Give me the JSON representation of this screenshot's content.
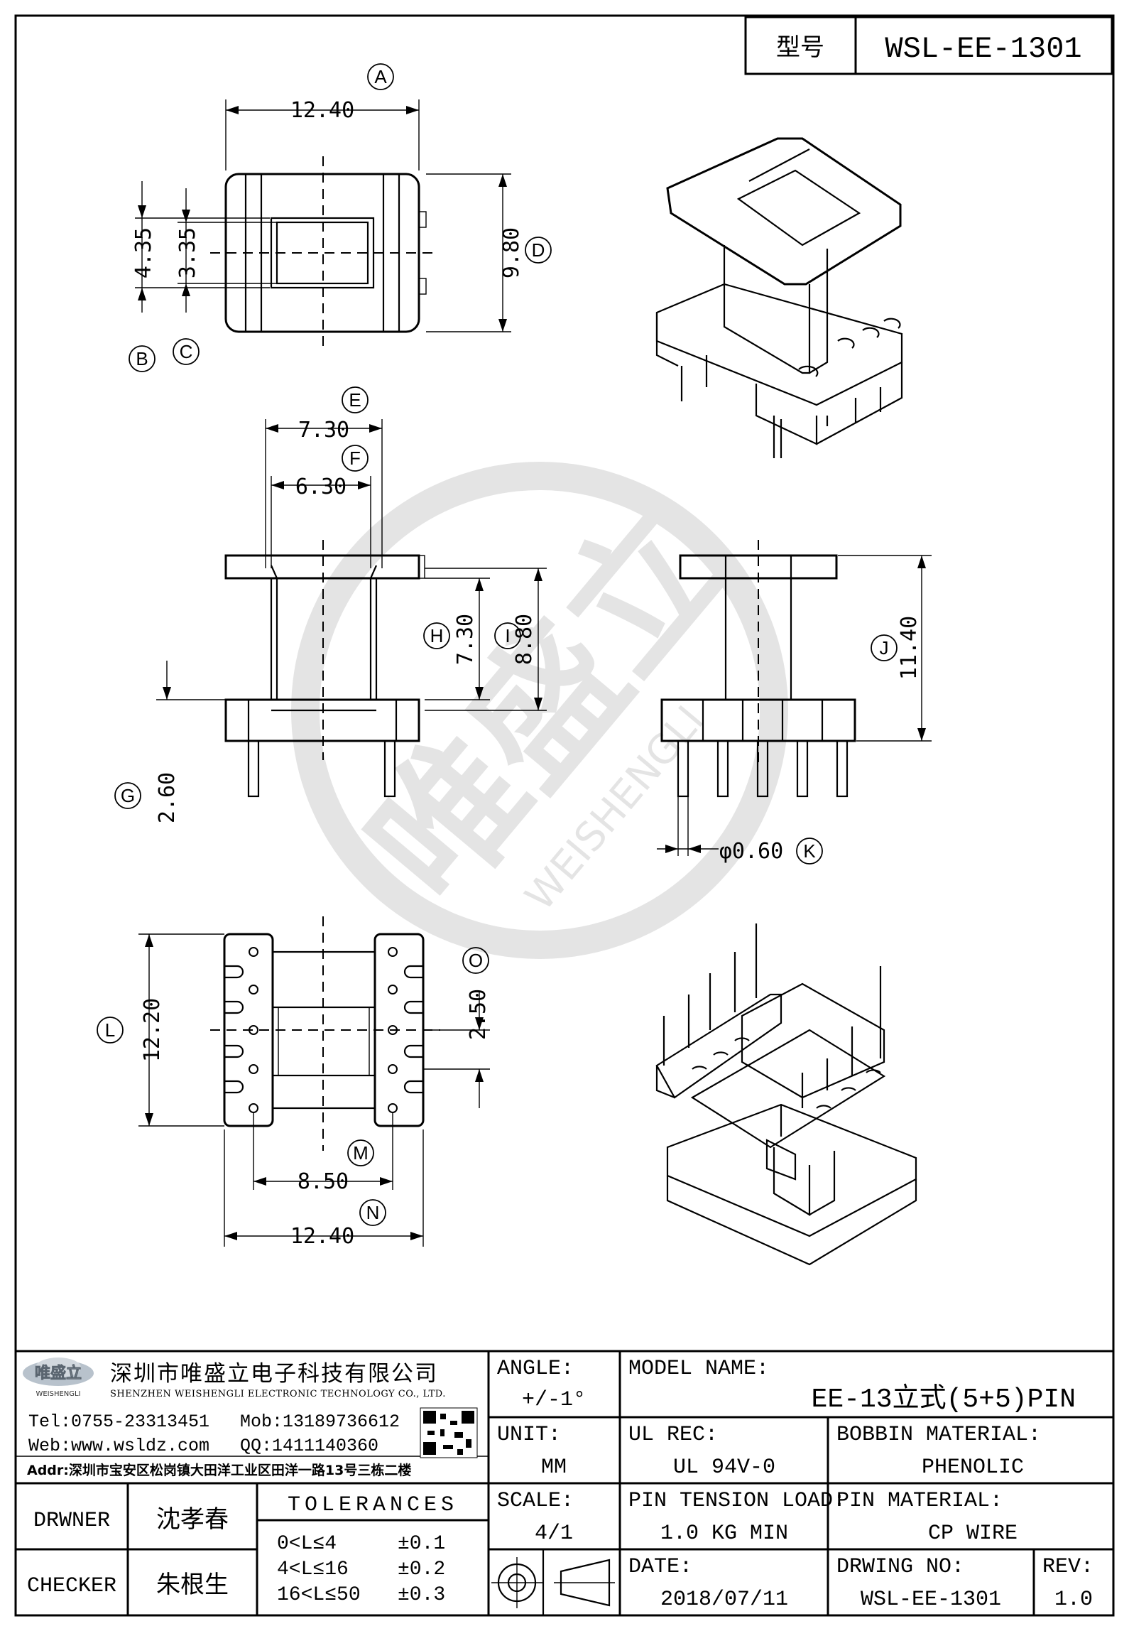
{
  "title_block_top": {
    "label": "型号",
    "value": "WSL-EE-1301"
  },
  "dimensions": {
    "A": "12.40",
    "B": "4.35",
    "C": "3.35",
    "D": "9.80",
    "E": "7.30",
    "F": "6.30",
    "G": "2.60",
    "H": "7.30",
    "I": "8.80",
    "J": "11.40",
    "K": "φ0.60",
    "L": "12.20",
    "M": "8.50",
    "N": "12.40",
    "O": "2.50"
  },
  "callouts": [
    "A",
    "B",
    "C",
    "D",
    "E",
    "F",
    "G",
    "H",
    "I",
    "J",
    "K",
    "L",
    "M",
    "N",
    "O"
  ],
  "watermark": {
    "text": "唯盛立",
    "latin": "WEISHENGLI"
  },
  "company": {
    "logo_text": "唯盛立",
    "logo_sub": "WEISHENGLI",
    "name_cn": "深圳市唯盛立电子科技有限公司",
    "name_en": "SHENZHEN WEISHENGLI ELECTRONIC TECHNOLOGY CO., LTD.",
    "tel": "Tel:0755-23313451",
    "mob": "Mob:13189736612",
    "web": "Web:www.wsldz.com",
    "qq": "QQ:1411140360",
    "addr": "Addr:深圳市宝安区松岗镇大田洋工业区田洋一路13号三栋二楼"
  },
  "title_block": {
    "angle_label": "ANGLE:",
    "angle_value": "+/-1°",
    "model_label": "MODEL NAME:",
    "model_value": "EE-13立式(5+5)PIN",
    "unit_label": "UNIT:",
    "unit_value": "MM",
    "ul_label": "UL REC:",
    "ul_value": "UL 94V-0",
    "bobbin_label": "BOBBIN MATERIAL:",
    "bobbin_value": "PHENOLIC",
    "drawer_label": "DRWNER",
    "drawer_value": "沈孝春",
    "checker_label": "CHECKER",
    "checker_value": "朱根生",
    "tol_label": "TOLERANCES",
    "tol_rows": [
      {
        "range": "0<L≤4",
        "value": "±0.1"
      },
      {
        "range": "4<L≤16",
        "value": "±0.2"
      },
      {
        "range": "16<L≤50",
        "value": "±0.3"
      }
    ],
    "scale_label": "SCALE:",
    "scale_value": "4/1",
    "tension_label": "PIN TENSION LOAD:",
    "tension_value": "1.0 KG MIN",
    "pinmat_label": "PIN MATERIAL:",
    "pinmat_value": "CP WIRE",
    "date_label": "DATE:",
    "date_value": "2018/07/11",
    "drwno_label": "DRWING NO:",
    "drwno_value": "WSL-EE-1301",
    "rev_label": "REV:",
    "rev_value": "1.0"
  }
}
